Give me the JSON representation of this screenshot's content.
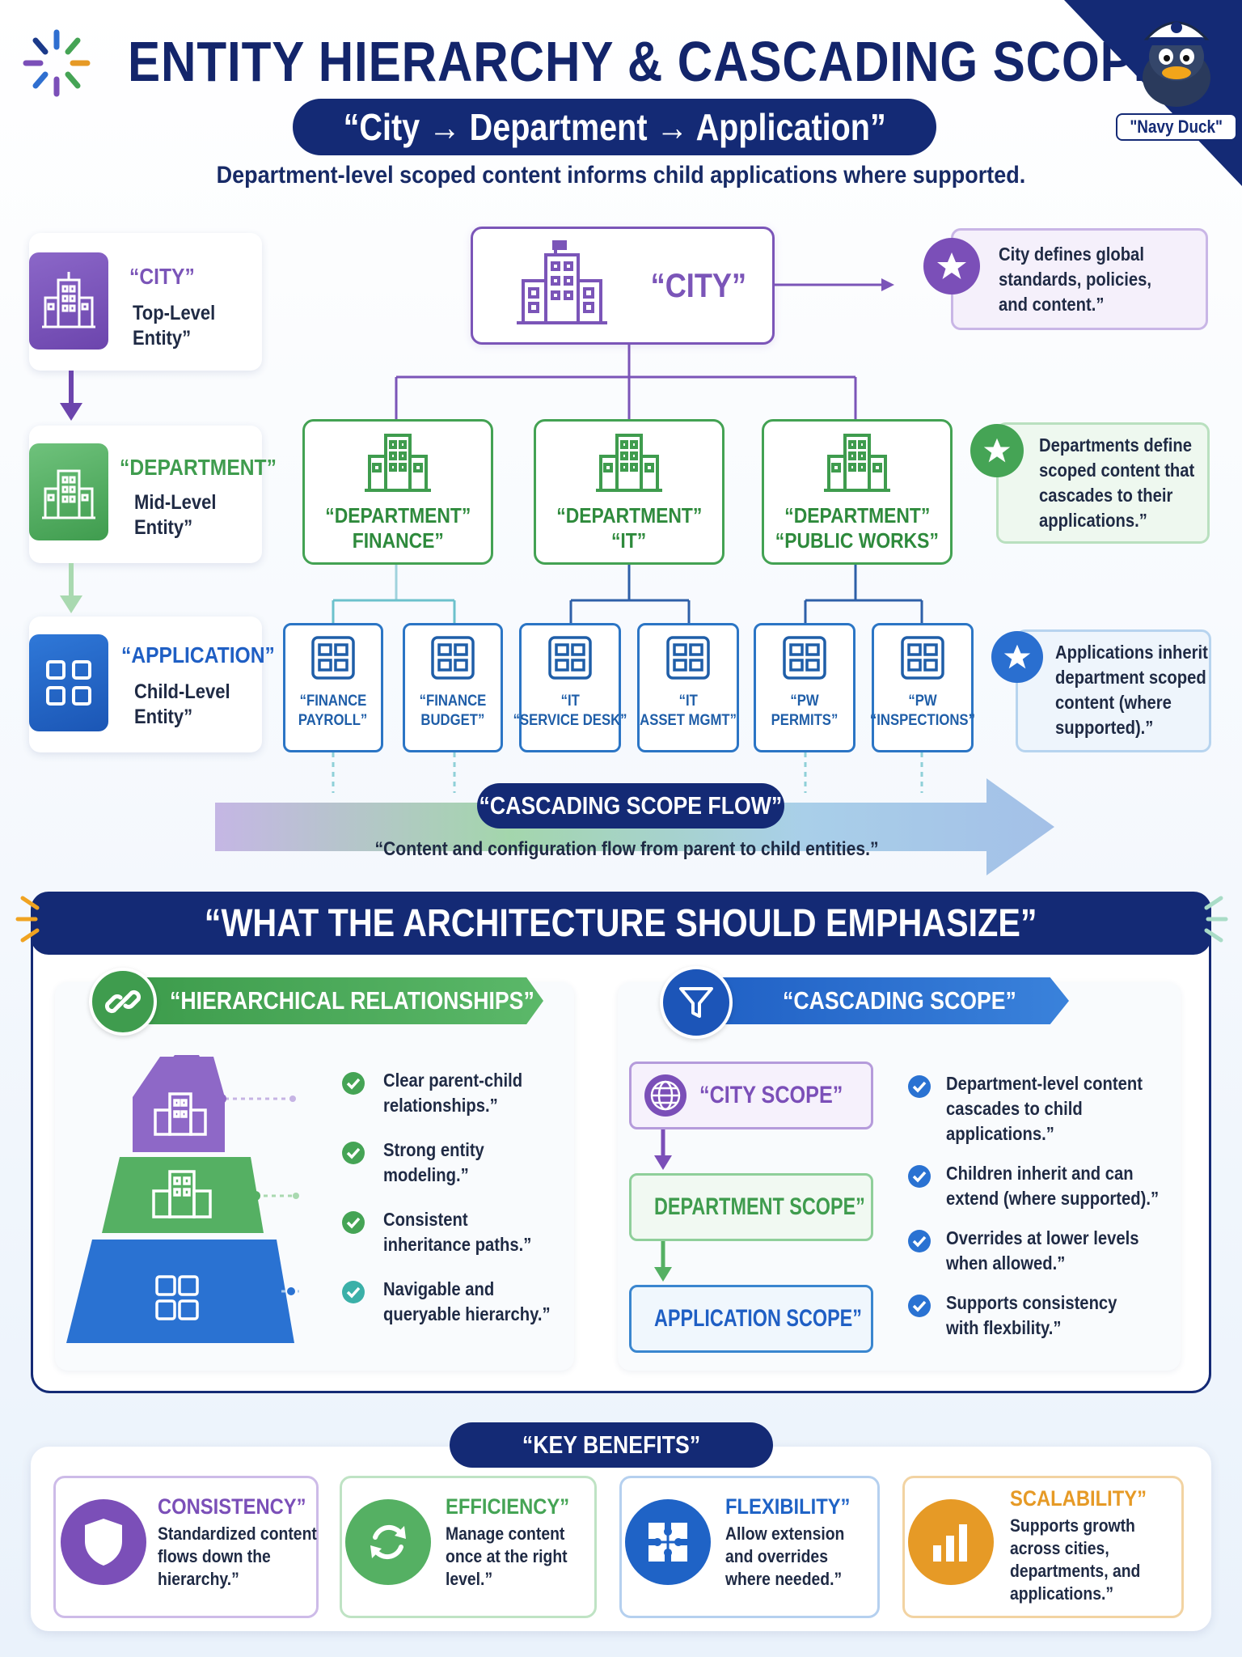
{
  "header": {
    "title": "ENTITY HIERARCHY & CASCADING SCOPE",
    "subtitle": "“City → Department → Application”",
    "tagline": "Department-level scoped content informs child applications where supported.",
    "mascot_label": "\"Navy Duck\""
  },
  "legend": [
    {
      "title": "“CITY”",
      "sub1": "Top-Level",
      "sub2": "Entity”",
      "color": "#7b55b8"
    },
    {
      "title": "“DEPARTMENT”",
      "sub1": "Mid-Level",
      "sub2": "Entity”",
      "color": "#43a253"
    },
    {
      "title": "“APPLICATION”",
      "sub1": "Child-Level",
      "sub2": "Entity”",
      "color": "#1f5fc4"
    }
  ],
  "tree": {
    "city": "“CITY”",
    "departments": [
      {
        "line1": "“DEPARTMENT”",
        "line2": "FINANCE”"
      },
      {
        "line1": "“DEPARTMENT”",
        "line2": "“IT”"
      },
      {
        "line1": "“DEPARTMENT”",
        "line2": "“PUBLIC WORKS”"
      }
    ],
    "applications": [
      {
        "line1": "“FINANCE",
        "line2": "PAYROLL”"
      },
      {
        "line1": "“FINANCE",
        "line2": "BUDGET”"
      },
      {
        "line1": "“IT",
        "line2": "“SERVICE DESK”"
      },
      {
        "line1": "“IT",
        "line2": "ASSET MGMT”"
      },
      {
        "line1": "“PW",
        "line2": "PERMITS”"
      },
      {
        "line1": "“PW",
        "line2": "“INSPECTIONS”"
      }
    ]
  },
  "notes": {
    "city": [
      "City defines global",
      "standards, policies,",
      "and content.”"
    ],
    "department": [
      "Departments define",
      "scoped content that",
      "cascades to their",
      "applications.”"
    ],
    "application": [
      "Applications inherit",
      "department scoped",
      "content (where",
      "supported).”"
    ]
  },
  "flow": {
    "label": "“CASCADING SCOPE FLOW”",
    "caption": "“Content and configuration flow from parent to child entities.”"
  },
  "emphasis": {
    "banner": "“WHAT THE ARCHITECTURE SHOULD EMPHASIZE”",
    "hierarchical": {
      "title": "“HIERARCHICAL RELATIONSHIPS”",
      "items": [
        [
          "Clear parent-child",
          "relationships.”"
        ],
        [
          "Strong entity",
          "modeling.”"
        ],
        [
          "Consistent",
          "inheritance paths.”"
        ],
        [
          "Navigable and",
          "queryable hierarchy.”"
        ]
      ]
    },
    "cascading": {
      "title": "“CASCADING SCOPE”",
      "scopes": [
        "“CITY SCOPE”",
        "DEPARTMENT SCOPE”",
        "APPLICATION SCOPE”"
      ],
      "items": [
        [
          "Department-level content",
          "cascades to child",
          "applications.”"
        ],
        [
          "Children inherit and can",
          "extend (where supported).”"
        ],
        [
          "Overrides at lower levels",
          "when allowed.”"
        ],
        [
          "Supports consistency",
          "with flexbility.”"
        ]
      ]
    }
  },
  "benefits": {
    "title": "“KEY BENEFITS”",
    "items": [
      {
        "title": "CONSISTENCY”",
        "lines": [
          "Standardized content",
          "flows down the",
          "hierarchy.”"
        ],
        "color": "#7b4fb8"
      },
      {
        "title": "EFFICIENCY”",
        "lines": [
          "Manage content",
          "once at the right",
          "level.”"
        ],
        "color": "#45a455"
      },
      {
        "title": "FLEXIBILITY”",
        "lines": [
          "Allow extension",
          "and overrides",
          "where needed.”"
        ],
        "color": "#1f63c6"
      },
      {
        "title": "SCALABILITY”",
        "lines": [
          "Supports growth",
          "across cities,",
          "departments, and",
          "applications.”"
        ],
        "color": "#e69a26"
      }
    ]
  }
}
